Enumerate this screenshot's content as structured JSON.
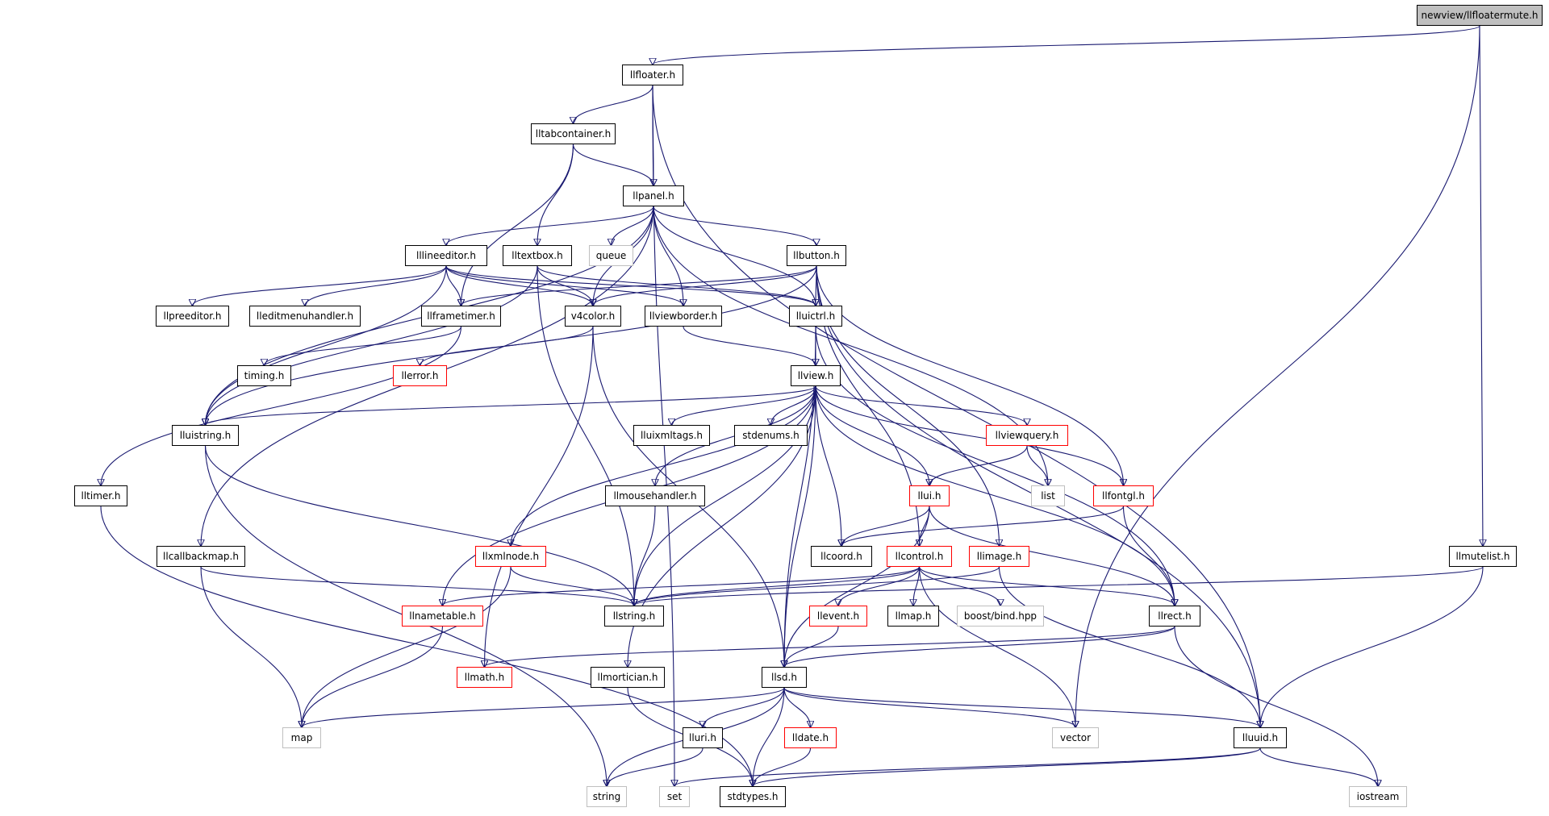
{
  "nodes": [
    {
      "id": "root",
      "label": "newview/llfloatermute.h",
      "style": "root"
    },
    {
      "id": "llfloater",
      "label": "llfloater.h",
      "style": "black"
    },
    {
      "id": "lltabcontainer",
      "label": "lltabcontainer.h",
      "style": "black"
    },
    {
      "id": "llpanel",
      "label": "llpanel.h",
      "style": "black"
    },
    {
      "id": "lllineeditor",
      "label": "lllineeditor.h",
      "style": "black"
    },
    {
      "id": "lltextbox",
      "label": "lltextbox.h",
      "style": "black"
    },
    {
      "id": "queue",
      "label": "queue",
      "style": "gray"
    },
    {
      "id": "llbutton",
      "label": "llbutton.h",
      "style": "black"
    },
    {
      "id": "llpreeditor",
      "label": "llpreeditor.h",
      "style": "black"
    },
    {
      "id": "lleditmenuhandler",
      "label": "lleditmenuhandler.h",
      "style": "black"
    },
    {
      "id": "llframetimer",
      "label": "llframetimer.h",
      "style": "black"
    },
    {
      "id": "v4color",
      "label": "v4color.h",
      "style": "black"
    },
    {
      "id": "llviewborder",
      "label": "llviewborder.h",
      "style": "black"
    },
    {
      "id": "lluictrl",
      "label": "lluictrl.h",
      "style": "black"
    },
    {
      "id": "timing",
      "label": "timing.h",
      "style": "black"
    },
    {
      "id": "llerror",
      "label": "llerror.h",
      "style": "red"
    },
    {
      "id": "llview",
      "label": "llview.h",
      "style": "black"
    },
    {
      "id": "lluistring",
      "label": "lluistring.h",
      "style": "black"
    },
    {
      "id": "lluixmltags",
      "label": "lluixmltags.h",
      "style": "black"
    },
    {
      "id": "stdenums",
      "label": "stdenums.h",
      "style": "black"
    },
    {
      "id": "llviewquery",
      "label": "llviewquery.h",
      "style": "red"
    },
    {
      "id": "lltimer",
      "label": "lltimer.h",
      "style": "black"
    },
    {
      "id": "llmousehandler",
      "label": "llmousehandler.h",
      "style": "black"
    },
    {
      "id": "list",
      "label": "list",
      "style": "gray"
    },
    {
      "id": "llui",
      "label": "llui.h",
      "style": "red"
    },
    {
      "id": "llfontgl",
      "label": "llfontgl.h",
      "style": "red"
    },
    {
      "id": "llcallbackmap",
      "label": "llcallbackmap.h",
      "style": "black"
    },
    {
      "id": "llxmlnode",
      "label": "llxmlnode.h",
      "style": "red"
    },
    {
      "id": "llcoord",
      "label": "llcoord.h",
      "style": "black"
    },
    {
      "id": "llcontrol",
      "label": "llcontrol.h",
      "style": "red"
    },
    {
      "id": "llimage",
      "label": "llimage.h",
      "style": "red"
    },
    {
      "id": "llmutelist",
      "label": "llmutelist.h",
      "style": "black"
    },
    {
      "id": "llnametable",
      "label": "llnametable.h",
      "style": "red"
    },
    {
      "id": "llstring",
      "label": "llstring.h",
      "style": "black"
    },
    {
      "id": "llevent",
      "label": "llevent.h",
      "style": "red"
    },
    {
      "id": "llmap",
      "label": "llmap.h",
      "style": "black"
    },
    {
      "id": "boostbind",
      "label": "boost/bind.hpp",
      "style": "gray"
    },
    {
      "id": "llrect",
      "label": "llrect.h",
      "style": "black"
    },
    {
      "id": "llmath",
      "label": "llmath.h",
      "style": "red"
    },
    {
      "id": "llmortician",
      "label": "llmortician.h",
      "style": "black"
    },
    {
      "id": "llsd",
      "label": "llsd.h",
      "style": "black"
    },
    {
      "id": "map",
      "label": "map",
      "style": "gray"
    },
    {
      "id": "lluri",
      "label": "lluri.h",
      "style": "black"
    },
    {
      "id": "lldate",
      "label": "lldate.h",
      "style": "red"
    },
    {
      "id": "vector",
      "label": "vector",
      "style": "gray"
    },
    {
      "id": "lluuid",
      "label": "lluuid.h",
      "style": "black"
    },
    {
      "id": "string",
      "label": "string",
      "style": "gray"
    },
    {
      "id": "set",
      "label": "set",
      "style": "gray"
    },
    {
      "id": "stdtypes",
      "label": "stdtypes.h",
      "style": "black"
    },
    {
      "id": "iostream",
      "label": "iostream",
      "style": "gray"
    }
  ],
  "edges": [
    [
      "root",
      "llfloater"
    ],
    [
      "root",
      "llmutelist"
    ],
    [
      "root",
      "vector"
    ],
    [
      "llfloater",
      "lltabcontainer"
    ],
    [
      "llfloater",
      "llpanel"
    ],
    [
      "llfloater",
      "lluuid"
    ],
    [
      "llfloater",
      "set"
    ],
    [
      "lltabcontainer",
      "llpanel"
    ],
    [
      "lltabcontainer",
      "lltextbox"
    ],
    [
      "lltabcontainer",
      "llframetimer"
    ],
    [
      "llpanel",
      "lllineeditor"
    ],
    [
      "llpanel",
      "queue"
    ],
    [
      "llpanel",
      "llbutton"
    ],
    [
      "llpanel",
      "v4color"
    ],
    [
      "llpanel",
      "llviewborder"
    ],
    [
      "llpanel",
      "lluictrl"
    ],
    [
      "llpanel",
      "lluistring"
    ],
    [
      "llpanel",
      "llcallbackmap"
    ],
    [
      "llpanel",
      "list"
    ],
    [
      "lllineeditor",
      "llpreeditor"
    ],
    [
      "lllineeditor",
      "lleditmenuhandler"
    ],
    [
      "lllineeditor",
      "llframetimer"
    ],
    [
      "lllineeditor",
      "v4color"
    ],
    [
      "lllineeditor",
      "llviewborder"
    ],
    [
      "lllineeditor",
      "lluictrl"
    ],
    [
      "lllineeditor",
      "lluistring"
    ],
    [
      "lltextbox",
      "v4color"
    ],
    [
      "lltextbox",
      "lluictrl"
    ],
    [
      "lltextbox",
      "lluistring"
    ],
    [
      "lltextbox",
      "llstring"
    ],
    [
      "llbutton",
      "lluictrl"
    ],
    [
      "llbutton",
      "v4color"
    ],
    [
      "llbutton",
      "llframetimer"
    ],
    [
      "llbutton",
      "lluistring"
    ],
    [
      "llbutton",
      "llfontgl"
    ],
    [
      "llbutton",
      "llimage"
    ],
    [
      "llbutton",
      "llcontrol"
    ],
    [
      "llbutton",
      "lluuid"
    ],
    [
      "llframetimer",
      "timing"
    ],
    [
      "llframetimer",
      "lltimer"
    ],
    [
      "v4color",
      "llerror"
    ],
    [
      "v4color",
      "llmath"
    ],
    [
      "v4color",
      "llsd"
    ],
    [
      "llviewborder",
      "llview"
    ],
    [
      "lluictrl",
      "llview"
    ],
    [
      "lluictrl",
      "llrect"
    ],
    [
      "lluictrl",
      "llsd"
    ],
    [
      "llview",
      "lluistring"
    ],
    [
      "llview",
      "lluixmltags"
    ],
    [
      "llview",
      "stdenums"
    ],
    [
      "llview",
      "llviewquery"
    ],
    [
      "llview",
      "llmousehandler"
    ],
    [
      "llview",
      "llui"
    ],
    [
      "llview",
      "llfontgl"
    ],
    [
      "llview",
      "llxmlnode"
    ],
    [
      "llview",
      "llcoord"
    ],
    [
      "llview",
      "llnametable"
    ],
    [
      "llview",
      "llstring"
    ],
    [
      "llview",
      "llmortician"
    ],
    [
      "llview",
      "llsd"
    ],
    [
      "llview",
      "llrect"
    ],
    [
      "lluistring",
      "llstring"
    ],
    [
      "lluistring",
      "string"
    ],
    [
      "llviewquery",
      "list"
    ],
    [
      "llviewquery",
      "llui"
    ],
    [
      "llmousehandler",
      "llstring"
    ],
    [
      "llui",
      "llcoord"
    ],
    [
      "llui",
      "llcontrol"
    ],
    [
      "llui",
      "llrect"
    ],
    [
      "llui",
      "llsd"
    ],
    [
      "llfontgl",
      "llcoord"
    ],
    [
      "llfontgl",
      "llrect"
    ],
    [
      "llcallbackmap",
      "llstring"
    ],
    [
      "llcallbackmap",
      "map"
    ],
    [
      "llxmlnode",
      "llstring"
    ],
    [
      "llxmlnode",
      "map"
    ],
    [
      "llcontrol",
      "llstring"
    ],
    [
      "llcontrol",
      "llnametable"
    ],
    [
      "llcontrol",
      "llevent"
    ],
    [
      "llcontrol",
      "llmap"
    ],
    [
      "llcontrol",
      "boostbind"
    ],
    [
      "llcontrol",
      "llrect"
    ],
    [
      "llcontrol",
      "vector"
    ],
    [
      "llimage",
      "llstring"
    ],
    [
      "llimage",
      "lluuid"
    ],
    [
      "llmutelist",
      "llstring"
    ],
    [
      "llmutelist",
      "lluuid"
    ],
    [
      "llnametable",
      "map"
    ],
    [
      "llevent",
      "llsd"
    ],
    [
      "llrect",
      "llsd"
    ],
    [
      "llrect",
      "llmath"
    ],
    [
      "llrect",
      "iostream"
    ],
    [
      "llmortician",
      "stdtypes"
    ],
    [
      "lltimer",
      "stdtypes"
    ],
    [
      "llsd",
      "map"
    ],
    [
      "llsd",
      "lluri"
    ],
    [
      "llsd",
      "lldate"
    ],
    [
      "llsd",
      "vector"
    ],
    [
      "llsd",
      "lluuid"
    ],
    [
      "llsd",
      "string"
    ],
    [
      "llsd",
      "stdtypes"
    ],
    [
      "lluri",
      "string"
    ],
    [
      "lldate",
      "stdtypes"
    ],
    [
      "lluuid",
      "stdtypes"
    ],
    [
      "lluuid",
      "set"
    ],
    [
      "lluuid",
      "iostream"
    ]
  ],
  "colors": {
    "edge": "#191970",
    "node_border": "#000000",
    "external_border": "#bfbfbf",
    "incomplete_border": "#ff0000",
    "root_fill": "#bfbfbf"
  }
}
